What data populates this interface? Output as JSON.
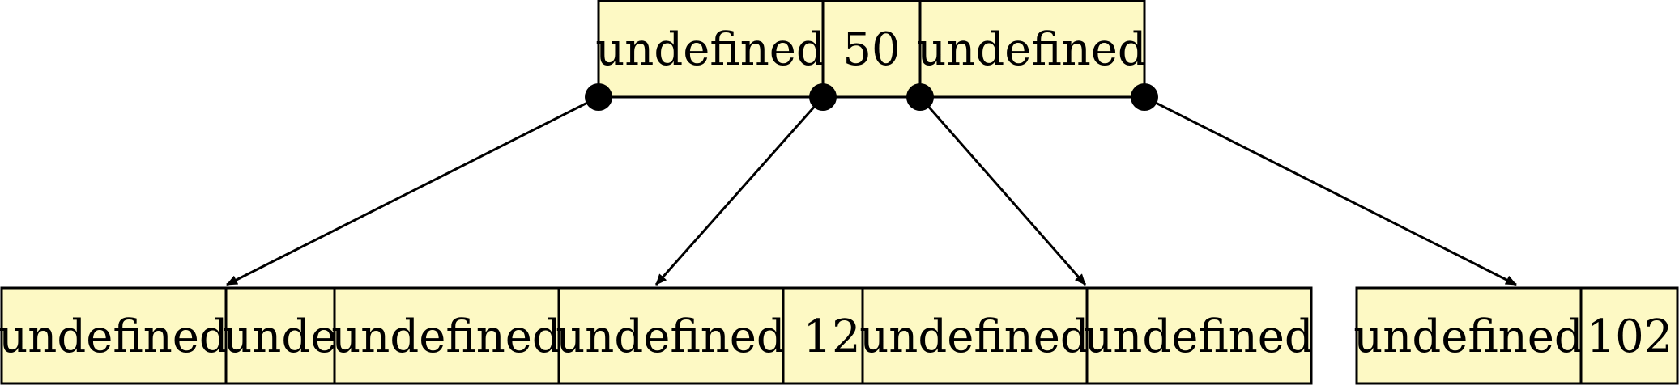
{
  "colors": {
    "cell_fill": "#fdf9c4",
    "stroke": "#000000",
    "background": "#ffffff"
  },
  "root": {
    "cells": [
      "undefined",
      "50",
      "undefined"
    ]
  },
  "children": [
    {
      "cells": [
        "undefined",
        "undefined"
      ]
    },
    {
      "cells": [
        "undefined",
        "undefined",
        "12"
      ]
    },
    {
      "cells": [
        "undefined",
        "undefined"
      ]
    },
    {
      "cells": [
        "undefined",
        "102"
      ]
    }
  ]
}
